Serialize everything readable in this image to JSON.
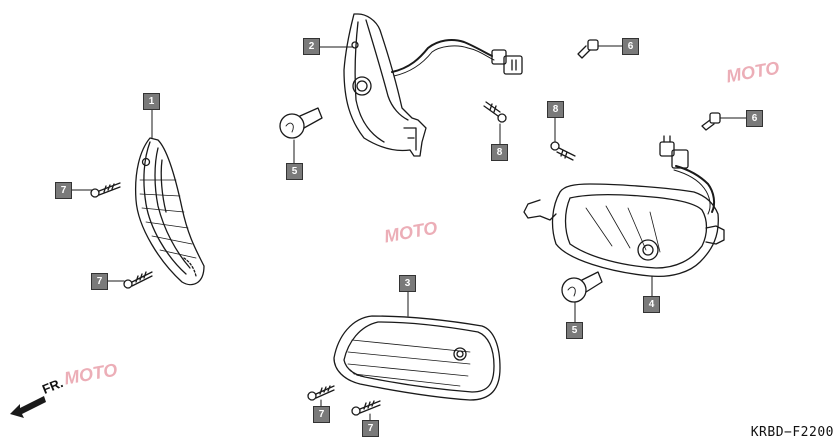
{
  "diagram": {
    "code": "KRBD−F2200",
    "front_label": "FR.",
    "watermark_text": "MOTO",
    "callouts": [
      {
        "id": "c1",
        "label": "1"
      },
      {
        "id": "c2",
        "label": "2"
      },
      {
        "id": "c3",
        "label": "3"
      },
      {
        "id": "c4",
        "label": "4"
      },
      {
        "id": "c5a",
        "label": "5"
      },
      {
        "id": "c5b",
        "label": "5"
      },
      {
        "id": "c6a",
        "label": "6"
      },
      {
        "id": "c6b",
        "label": "6"
      },
      {
        "id": "c7a",
        "label": "7"
      },
      {
        "id": "c7b",
        "label": "7"
      },
      {
        "id": "c7c",
        "label": "7"
      },
      {
        "id": "c7d",
        "label": "7"
      },
      {
        "id": "c8a",
        "label": "8"
      },
      {
        "id": "c8b",
        "label": "8"
      }
    ]
  },
  "colors": {
    "line": "#1a1a1a",
    "callout_fill": "#7a7a7a",
    "watermark": "#e58c9a"
  }
}
